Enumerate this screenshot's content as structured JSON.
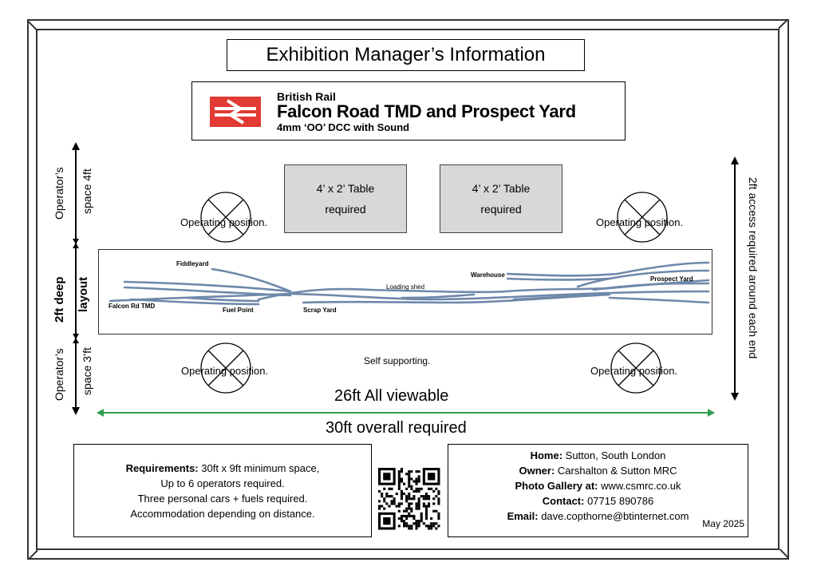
{
  "title": "Exhibition Manager’s Information",
  "banner": {
    "line1": "British Rail",
    "line2": "Falcon Road TMD and Prospect Yard",
    "line3": "4mm ‘OO’ DCC with  Sound"
  },
  "tables": {
    "left": {
      "line1": "4’ x 2’ Table",
      "line2": "required"
    },
    "right": {
      "line1": "4’ x 2’ Table",
      "line2": "required"
    }
  },
  "operating_position": "Operating position.",
  "left_dims": {
    "top_line1": "Operator’s",
    "top_line2": "space 4ft",
    "mid_line1": "2ft deep",
    "mid_line2": "layout",
    "bottom_line1": "Operator’s",
    "bottom_line2": "space 3’ft"
  },
  "right_dim": "2ft access required around each end",
  "track_labels": {
    "fiddleyard": "Fiddleyard",
    "falcon": "Falcon Rd TMD",
    "fuel": "Fuel Point",
    "scrap": "Scrap Yard",
    "loading": "Loading shed",
    "warehouse": "Warehouse",
    "prospect": "Prospect Yard"
  },
  "self_supporting": "Self supporting.",
  "viewable": "26ft  All viewable",
  "overall": "30ft  overall required",
  "requirements": {
    "label": "Requirements:",
    "line1_rest": " 30ft x 9ft minimum space,",
    "line2": "Up to 6 operators required.",
    "line3": "Three personal cars + fuels required.",
    "line4": "Accommodation depending on distance."
  },
  "contact": {
    "home_label": "Home:",
    "home_value": " Sutton, South London",
    "owner_label": "Owner:",
    "owner_value": "  Carshalton & Sutton MRC",
    "gallery_label": "Photo Gallery at:",
    "gallery_value": " www.csmrc.co.uk",
    "contact_label": "Contact:",
    "contact_value": " 07715 890786",
    "email_label": "Email:",
    "email_value": " dave.copthorne@btinternet.com",
    "date": "May 2025"
  },
  "colors": {
    "track": "#6e88aa",
    "br_red": "#e23a34",
    "arrow_green": "#2e9e4f",
    "table_fill": "#d8d8d8"
  }
}
